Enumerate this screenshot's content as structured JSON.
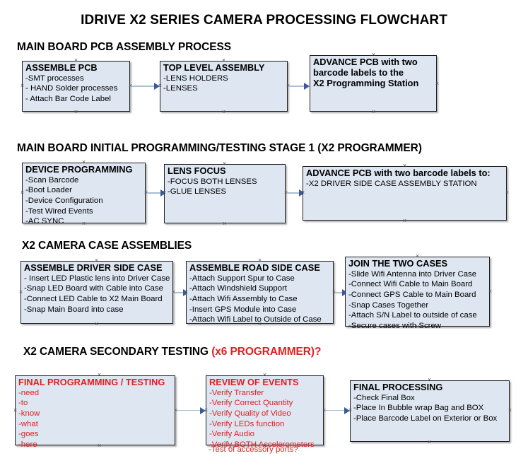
{
  "document": {
    "title": "IDRIVE X2  SERIES CAMERA PROCESSING FLOWCHART",
    "accent_color": "#e02020",
    "box_fill_color": "#dde6f1",
    "box_border_color": "#1f1f1f",
    "connector_color": "#a9bdd4",
    "arrowhead_color": "#3b5a9e"
  },
  "sections": [
    {
      "id": "main-board-pcb-assembly-process",
      "header": "MAIN BOARD PCB ASSEMBLY PROCESS",
      "header_accent": "",
      "boxes": [
        {
          "id": "assemble-pcb",
          "title": "ASSEMBLE PCB",
          "lines": [
            "-SMT processes",
            "- HAND Solder processes",
            "- Attach Bar Code Label"
          ]
        },
        {
          "id": "top-level-assembly",
          "title": "TOP LEVEL ASSEMBLY",
          "lines": [
            "-LENS HOLDERS",
            "-LENSES"
          ]
        },
        {
          "id": "advance-pcb-to-x2-programming-station",
          "title": "ADVANCE PCB with two",
          "title_lines": [
            "ADVANCE PCB with two",
            "barcode labels to the",
            " X2 Programming Station"
          ],
          "lines": []
        }
      ]
    },
    {
      "id": "main-board-initial-programming-testing-stage-1",
      "header": "MAIN BOARD INITIAL PROGRAMMING/TESTING STAGE 1 (X2 PROGRAMMER)",
      "header_accent": "",
      "boxes": [
        {
          "id": "device-programming",
          "title": "DEVICE PROGRAMMING",
          "lines": [
            "-Scan Barcode",
            "-Boot Loader",
            "-Device Configuration",
            "-Test Wired Events",
            "-AC SYNC"
          ]
        },
        {
          "id": "lens-focus",
          "title": "LENS FOCUS",
          "lines": [
            "-FOCUS BOTH LENSES",
            "-GLUE LENSES"
          ]
        },
        {
          "id": "advance-pcb-to-driver-side-case-assembly-station",
          "title": "ADVANCE PCB with two barcode labels to:",
          "lines": [
            "-X2 DRIVER  SIDE  CASE  ASSEMBLY STATION"
          ]
        }
      ]
    },
    {
      "id": "x2-camera-case-assemblies",
      "header": "X2 CAMERA CASE ASSEMBLIES",
      "header_accent": "",
      "boxes": [
        {
          "id": "assemble-driver-side-case",
          "title": "ASSEMBLE DRIVER SIDE CASE",
          "lines": [
            "- Insert LED Plastic lens into Driver Case",
            "-Snap LED Board with Cable into Case",
            "-Connect LED Cable to X2 Main Board",
            "-Snap Main Board into case"
          ]
        },
        {
          "id": "assemble-road-side-case",
          "title": "ASSEMBLE ROAD SIDE CASE",
          "lines": [
            "-Attach Support Spur to Case",
            "-Attach Windshield Support",
            "-Attach Wifi Assembly to Case",
            "-Insert GPS Module into Case",
            "-Attach Wifi Label to Outside of Case"
          ]
        },
        {
          "id": "join-the-two-cases",
          "title": "JOIN THE TWO CASES",
          "lines": [
            "-Slide Wifi Antenna into Driver Case",
            "-Connect Wifi Cable to Main Board",
            "-Connect GPS Cable to Main Board",
            "-Snap Cases Together",
            "-Attach S/N Label to outside of case",
            "-Secure cases with Screw"
          ]
        }
      ]
    },
    {
      "id": "x2-camera-secondary-testing",
      "header": "X2 CAMERA SECONDARY TESTING ",
      "header_accent": "(x6 PROGRAMMER)?",
      "boxes": [
        {
          "id": "final-programming-testing",
          "title": "FINAL PROGRAMMING / TESTING",
          "lines": [
            "-need",
            "-to",
            "-know",
            "-what",
            "-goes",
            "-here"
          ]
        },
        {
          "id": "review-of-events",
          "title": "REVIEW OF EVENTS",
          "lines": [
            "-Verify Transfer",
            "-Verify Correct Quantity",
            "-Verify Quality of Video",
            "-Verify LEDs function",
            "-Verify Audio",
            "-Verify BOTH Accelerometers"
          ],
          "overflow_line": "-Test of accessory ports?"
        },
        {
          "id": "final-processing",
          "title": "FINAL PROCESSING",
          "lines": [
            " -Check Final Box",
            "-Place In Bubble wrap Bag and BOX",
            "-Place Barcode Label on Exterior or Box"
          ]
        }
      ]
    }
  ]
}
